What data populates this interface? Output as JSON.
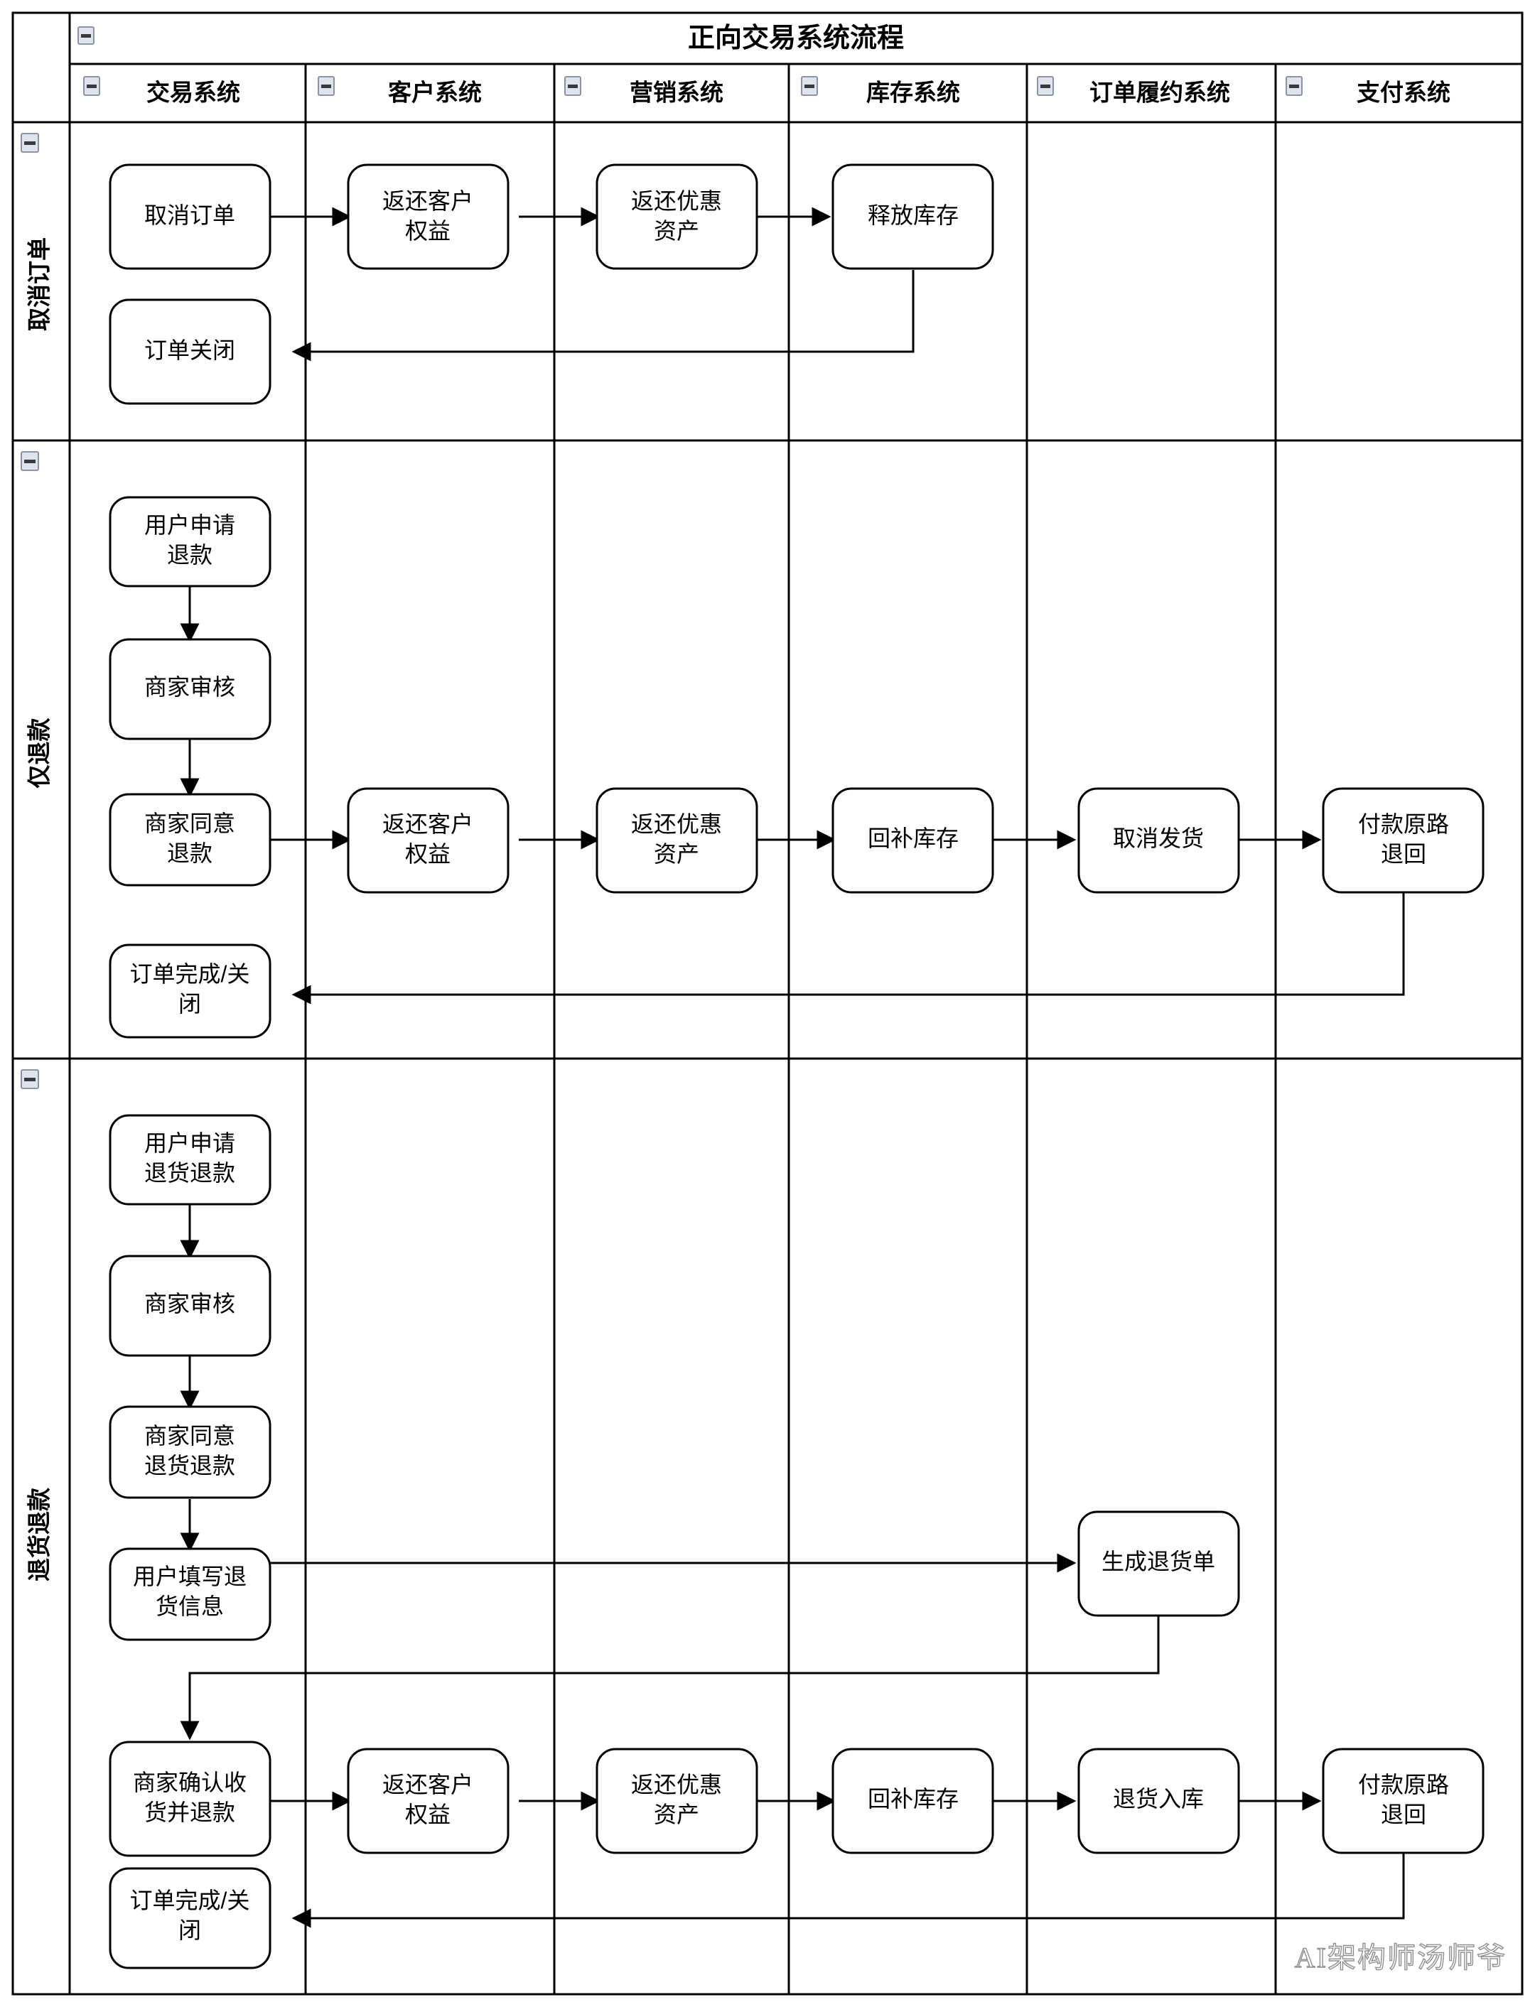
{
  "diagram": {
    "title": "正向交易系统流程",
    "watermark": "AI架构师汤师爷",
    "columns": [
      {
        "id": "trade",
        "label": "交易系统"
      },
      {
        "id": "customer",
        "label": "客户系统"
      },
      {
        "id": "marketing",
        "label": "营销系统"
      },
      {
        "id": "inventory",
        "label": "库存系统"
      },
      {
        "id": "fulfillment",
        "label": "订单履约系统"
      },
      {
        "id": "payment",
        "label": "支付系统"
      }
    ],
    "lanes": [
      {
        "id": "cancel-order",
        "label": "取消订单"
      },
      {
        "id": "refund-only",
        "label": "仅退款"
      },
      {
        "id": "return-refund",
        "label": "退货退款"
      }
    ],
    "nodes": {
      "n1": {
        "label": "取消订单",
        "lane": "cancel-order",
        "column": "trade"
      },
      "n2": {
        "label": "返还客户\n权益",
        "lane": "cancel-order",
        "column": "customer"
      },
      "n3": {
        "label": "返还优惠\n资产",
        "lane": "cancel-order",
        "column": "marketing"
      },
      "n4": {
        "label": "释放库存",
        "lane": "cancel-order",
        "column": "inventory"
      },
      "n5": {
        "label": "订单关闭",
        "lane": "cancel-order",
        "column": "trade"
      },
      "n6": {
        "label": "用户申请\n退款",
        "lane": "refund-only",
        "column": "trade"
      },
      "n7": {
        "label": "商家审核",
        "lane": "refund-only",
        "column": "trade"
      },
      "n8": {
        "label": "商家同意\n退款",
        "lane": "refund-only",
        "column": "trade"
      },
      "n9": {
        "label": "返还客户\n权益",
        "lane": "refund-only",
        "column": "customer"
      },
      "n10": {
        "label": "返还优惠\n资产",
        "lane": "refund-only",
        "column": "marketing"
      },
      "n11": {
        "label": "回补库存",
        "lane": "refund-only",
        "column": "inventory"
      },
      "n12": {
        "label": "取消发货",
        "lane": "refund-only",
        "column": "fulfillment"
      },
      "n13": {
        "label": "付款原路\n退回",
        "lane": "refund-only",
        "column": "payment"
      },
      "n14": {
        "label": "订单完成/关\n闭",
        "lane": "refund-only",
        "column": "trade"
      },
      "n15": {
        "label": "用户申请\n退货退款",
        "lane": "return-refund",
        "column": "trade"
      },
      "n16": {
        "label": "商家审核",
        "lane": "return-refund",
        "column": "trade"
      },
      "n17": {
        "label": "商家同意\n退货退款",
        "lane": "return-refund",
        "column": "trade"
      },
      "n18": {
        "label": "用户填写退\n货信息",
        "lane": "return-refund",
        "column": "trade"
      },
      "n19": {
        "label": "生成退货单",
        "lane": "return-refund",
        "column": "fulfillment"
      },
      "n20": {
        "label": "商家确认收\n货并退款",
        "lane": "return-refund",
        "column": "trade"
      },
      "n21": {
        "label": "返还客户\n权益",
        "lane": "return-refund",
        "column": "customer"
      },
      "n22": {
        "label": "返还优惠\n资产",
        "lane": "return-refund",
        "column": "marketing"
      },
      "n23": {
        "label": "回补库存",
        "lane": "return-refund",
        "column": "inventory"
      },
      "n24": {
        "label": "退货入库",
        "lane": "return-refund",
        "column": "fulfillment"
      },
      "n25": {
        "label": "付款原路\n退回",
        "lane": "return-refund",
        "column": "payment"
      },
      "n26": {
        "label": "订单完成/关\n闭",
        "lane": "return-refund",
        "column": "trade"
      }
    },
    "edges": [
      {
        "from": "n1",
        "to": "n2"
      },
      {
        "from": "n2",
        "to": "n3"
      },
      {
        "from": "n3",
        "to": "n4"
      },
      {
        "from": "n4",
        "to": "n5"
      },
      {
        "from": "n6",
        "to": "n7"
      },
      {
        "from": "n7",
        "to": "n8"
      },
      {
        "from": "n8",
        "to": "n9"
      },
      {
        "from": "n9",
        "to": "n10"
      },
      {
        "from": "n10",
        "to": "n11"
      },
      {
        "from": "n11",
        "to": "n12"
      },
      {
        "from": "n12",
        "to": "n13"
      },
      {
        "from": "n13",
        "to": "n14"
      },
      {
        "from": "n15",
        "to": "n16"
      },
      {
        "from": "n16",
        "to": "n17"
      },
      {
        "from": "n17",
        "to": "n18"
      },
      {
        "from": "n18",
        "to": "n19"
      },
      {
        "from": "n19",
        "to": "n20"
      },
      {
        "from": "n20",
        "to": "n21"
      },
      {
        "from": "n21",
        "to": "n22"
      },
      {
        "from": "n22",
        "to": "n23"
      },
      {
        "from": "n23",
        "to": "n24"
      },
      {
        "from": "n24",
        "to": "n25"
      },
      {
        "from": "n25",
        "to": "n26"
      }
    ],
    "colors": {
      "stroke": "#000000",
      "node_fill": "#ffffff",
      "background": "#ffffff",
      "collapse_fill": "#dfe3ec"
    }
  }
}
